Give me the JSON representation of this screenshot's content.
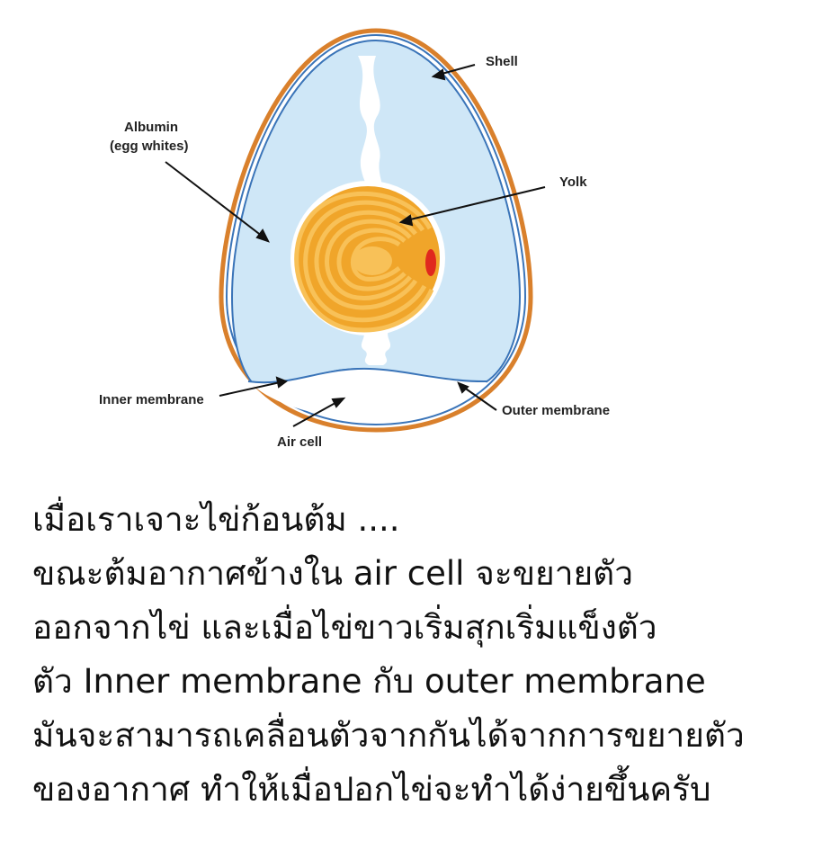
{
  "diagram": {
    "labels": {
      "shell": "Shell",
      "albumin_line1": "Albumin",
      "albumin_line2": "(egg whites)",
      "yolk": "Yolk",
      "inner_membrane": "Inner membrane",
      "outer_membrane": "Outer membrane",
      "air_cell": "Air cell"
    },
    "colors": {
      "shell": "#d9802c",
      "membrane": "#3a74b8",
      "albumin": "#cfe7f7",
      "yolk_outer": "#f0a52a",
      "yolk_inner": "#f8c158",
      "germ_spot": "#e0281e"
    }
  },
  "caption": {
    "lines": [
      "เมื่อเราเจาะไข่ก้อนต้ม ....",
      "ขณะต้มอากาศข้างใน air cell จะขยายตัว",
      "ออกจากไข่ และเมื่อไข่ขาวเริ่มสุกเริ่มแข็งตัว",
      "ตัว Inner membrane กับ outer membrane",
      "มันจะสามารถเคลื่อนตัวจากกันได้จากการขยายตัว",
      "ของอากาศ ทำให้เมื่อปอกไข่จะทำได้ง่ายขึ้นครับ"
    ]
  }
}
